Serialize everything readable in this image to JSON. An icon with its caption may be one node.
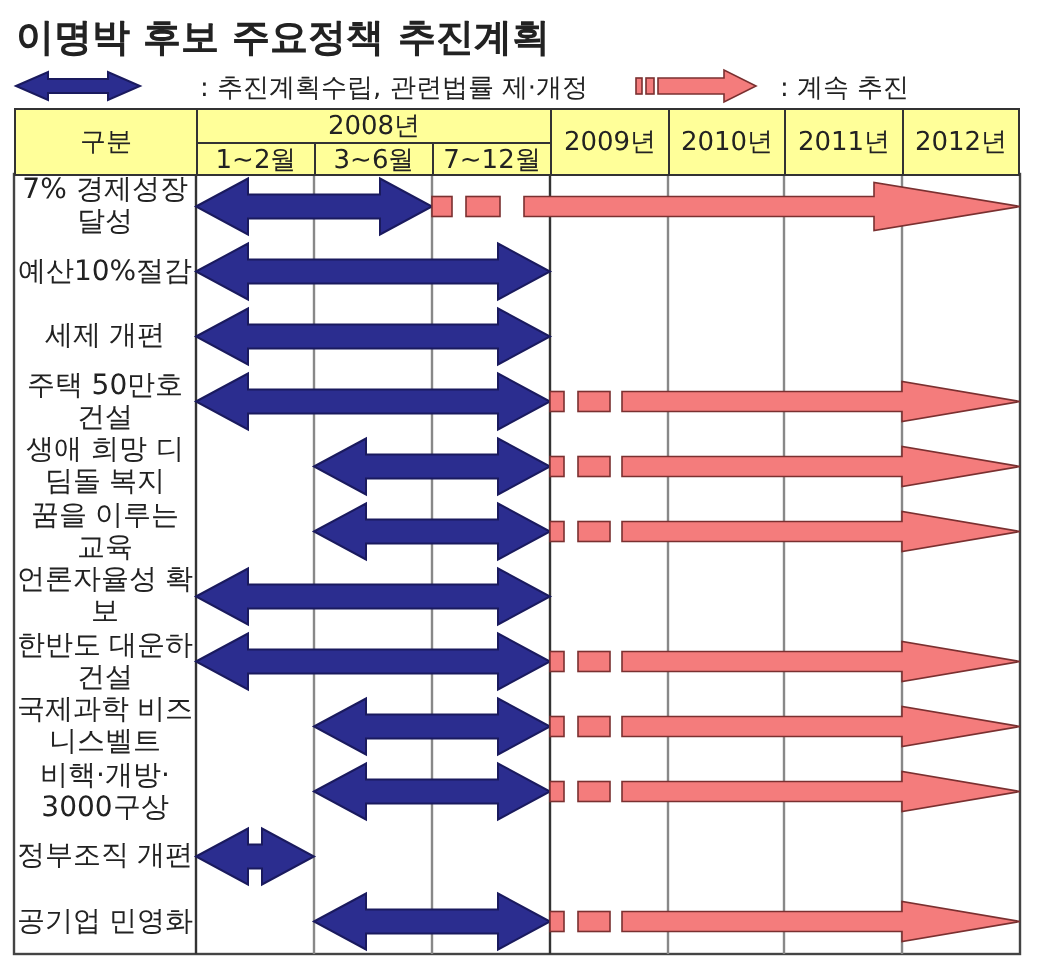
{
  "diagram": {
    "title": "이명박 후보 주요정책 추진계획",
    "labels": [
      "구분",
      "2008년",
      "2009년",
      "2010년",
      "2011년",
      "2012년",
      "1~2월",
      "3~6월",
      "7~12월",
      "7% 경제성장 달성",
      "예산10%절감",
      "세제 개편",
      "주택 50만호 건설",
      "생애 희망 디딤돌 복지",
      "꿈을 이루는 교육",
      "언론자율성 확보",
      "한반도 대운하 건설",
      "국제과학 비즈니스벨트",
      "비핵·개방· 3000구상",
      "정부조직 개편",
      "공기업 민영화"
    ],
    "legend": [
      {
        "text": ": 추진계획수립, 관련법률 제·개정"
      },
      {
        "text": ": 계속 추진"
      }
    ]
  }
}
